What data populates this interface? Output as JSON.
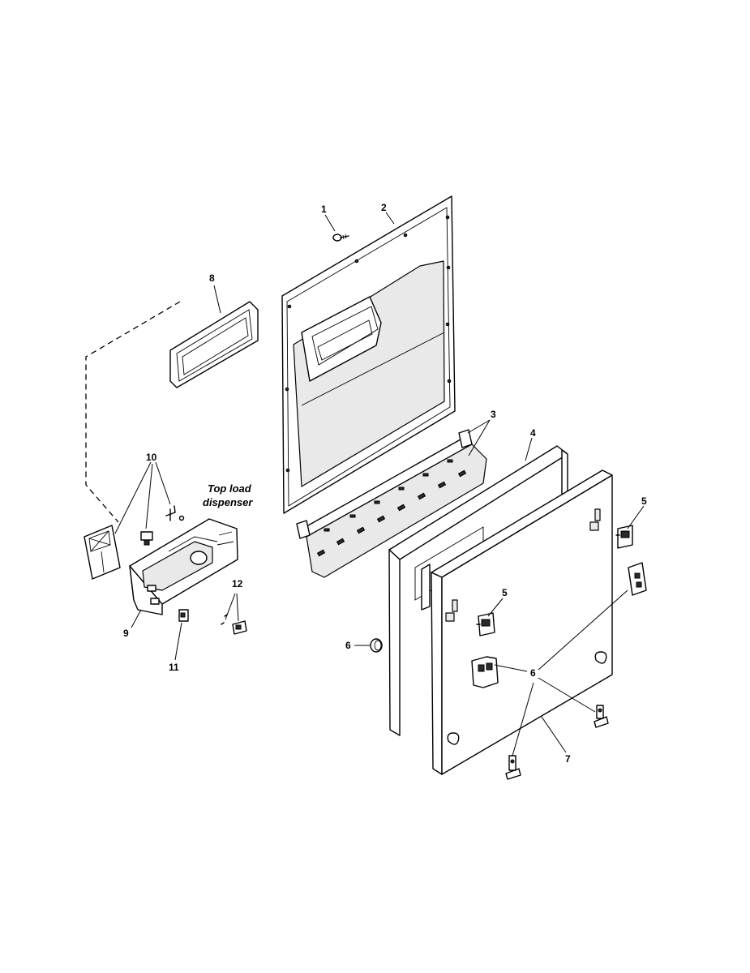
{
  "diagram": {
    "caption_line1": "Top load",
    "caption_line2": "dispenser",
    "callouts": [
      "1",
      "2",
      "3",
      "4",
      "5",
      "5",
      "6",
      "6",
      "7",
      "8",
      "9",
      "10",
      "11",
      "12"
    ]
  }
}
